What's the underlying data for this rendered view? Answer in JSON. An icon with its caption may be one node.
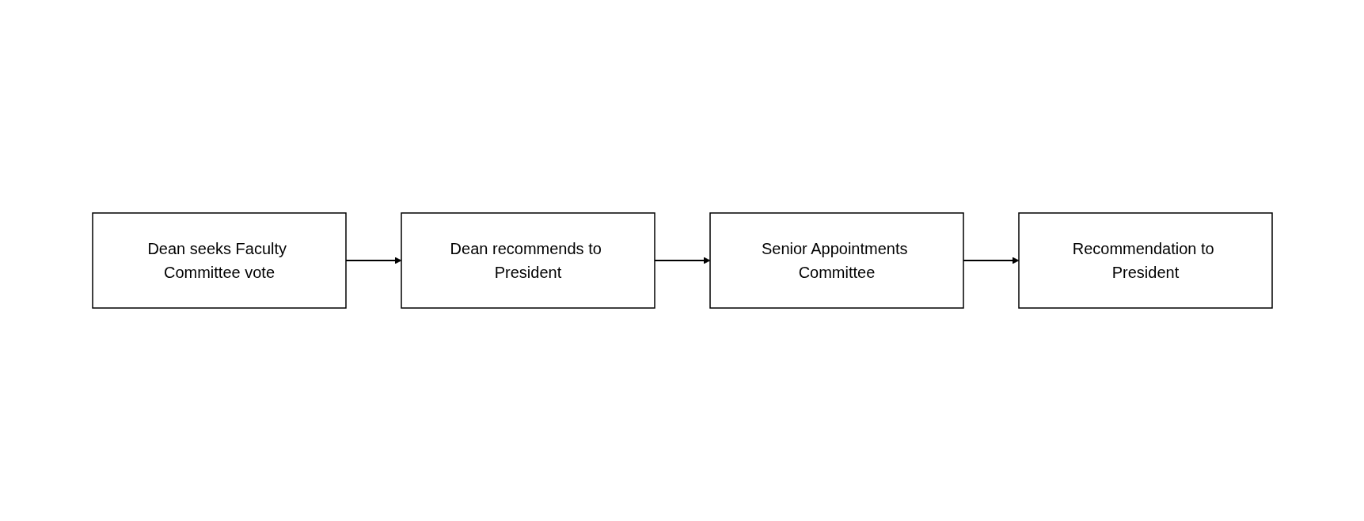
{
  "diagram": {
    "nodes": [
      {
        "text": [
          "Dean seeks Faculty Committee vote"
        ]
      },
      {
        "text": [
          "Dean recommends to President"
        ]
      },
      {
        "text": [
          "Senior Appointments Committee"
        ]
      },
      {
        "text": [
          "Recommendation to President"
        ]
      }
    ],
    "edges": [
      {
        "from": 0,
        "to": 1,
        "arrow": "to"
      },
      {
        "from": 1,
        "to": 2,
        "arrow": "to"
      },
      {
        "from": 2,
        "to": 3,
        "arrow": "to"
      }
    ]
  }
}
